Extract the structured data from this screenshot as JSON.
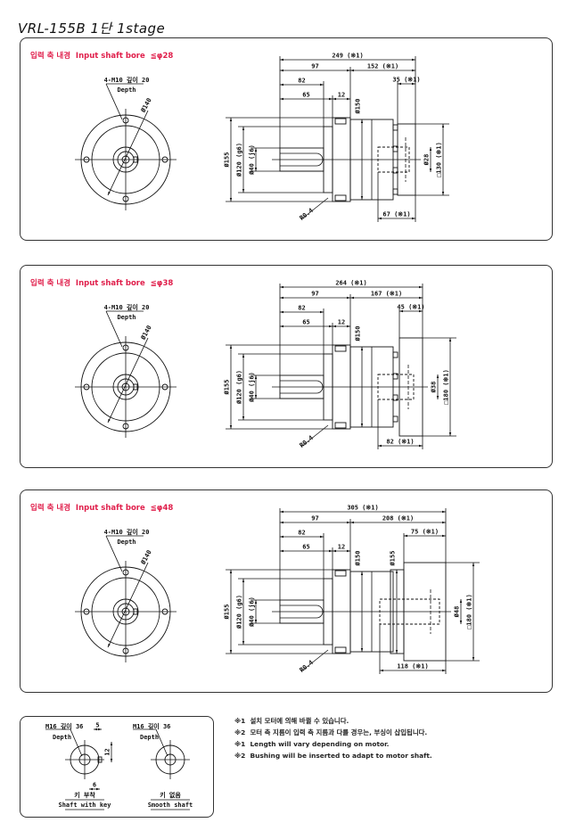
{
  "title": "VRL-155B  1단  1stage",
  "colors": {
    "heading": "#e0204c",
    "line": "#111111"
  },
  "panels": [
    {
      "heading": "입력 축 내경  Input shaft bore  ≦φ28",
      "front": {
        "bolt_label": "4-M10 깊이 20",
        "depth": "Depth",
        "pcd": "Ø140"
      },
      "dims": {
        "overall": "249 (※1)",
        "d97": "97",
        "right": "152 (※1)",
        "d82": "82",
        "d65": "65",
        "d12": "12",
        "motor_len": "35 (※1)",
        "bore_len": "67 (※1)",
        "d155": "Ø155",
        "d120": "Ø120 (g6)",
        "d40": "Ø40 (j6)",
        "d150": "Ø150",
        "bore": "Ø28",
        "square": "□130 (※1)",
        "radius": "R0.4"
      }
    },
    {
      "heading": "입력 축 내경  Input shaft bore  ≦φ38",
      "front": {
        "bolt_label": "4-M10 깊이 20",
        "depth": "Depth",
        "pcd": "Ø140"
      },
      "dims": {
        "overall": "264 (※1)",
        "d97": "97",
        "right": "167 (※1)",
        "d82": "82",
        "d65": "65",
        "d12": "12",
        "motor_len": "45 (※1)",
        "bore_len": "82 (※1)",
        "d155": "Ø155",
        "d120": "Ø120 (g6)",
        "d40": "Ø40 (j6)",
        "d150": "Ø150",
        "bore": "Ø38",
        "square": "□180 (※1)",
        "radius": "R0.4"
      }
    },
    {
      "heading": "입력 축 내경  Input shaft bore  ≦φ48",
      "front": {
        "bolt_label": "4-M10 깊이 20",
        "depth": "Depth",
        "pcd": "Ø140"
      },
      "dims": {
        "overall": "305 (※1)",
        "d97": "97",
        "right": "208 (※1)",
        "d82": "82",
        "d65": "65",
        "d12": "12",
        "motor_len": "75 (※1)",
        "bore_len": "118 (※1)",
        "d155": "Ø155",
        "d120": "Ø120 (g6)",
        "d40": "Ø40 (j6)",
        "d150": "Ø150",
        "d155b": "Ø155",
        "bore": "Ø48",
        "square": "□180 (※1)",
        "radius": "R0.4"
      }
    }
  ],
  "shaft_options": {
    "keyed": {
      "tap": "M16 깊이 36",
      "depth": "Depth",
      "dim5": "5",
      "dim12": "12",
      "dim6": "6",
      "label_ko": "키 부착",
      "label_en": "Shaft with key"
    },
    "smooth": {
      "tap": "M16 깊이 36",
      "depth": "Depth",
      "label_ko": "키 없음",
      "label_en": "Smooth shaft"
    }
  },
  "notes": [
    "※1  설치 모터에 의해 바뀔 수 있습니다.",
    "※2  모터 축 지름이 입력 축 지름과 다를 경우는, 부싱이 삽입됩니다.",
    "※1  Length will vary depending on motor.",
    "※2  Bushing will be inserted to adapt to motor shaft."
  ]
}
